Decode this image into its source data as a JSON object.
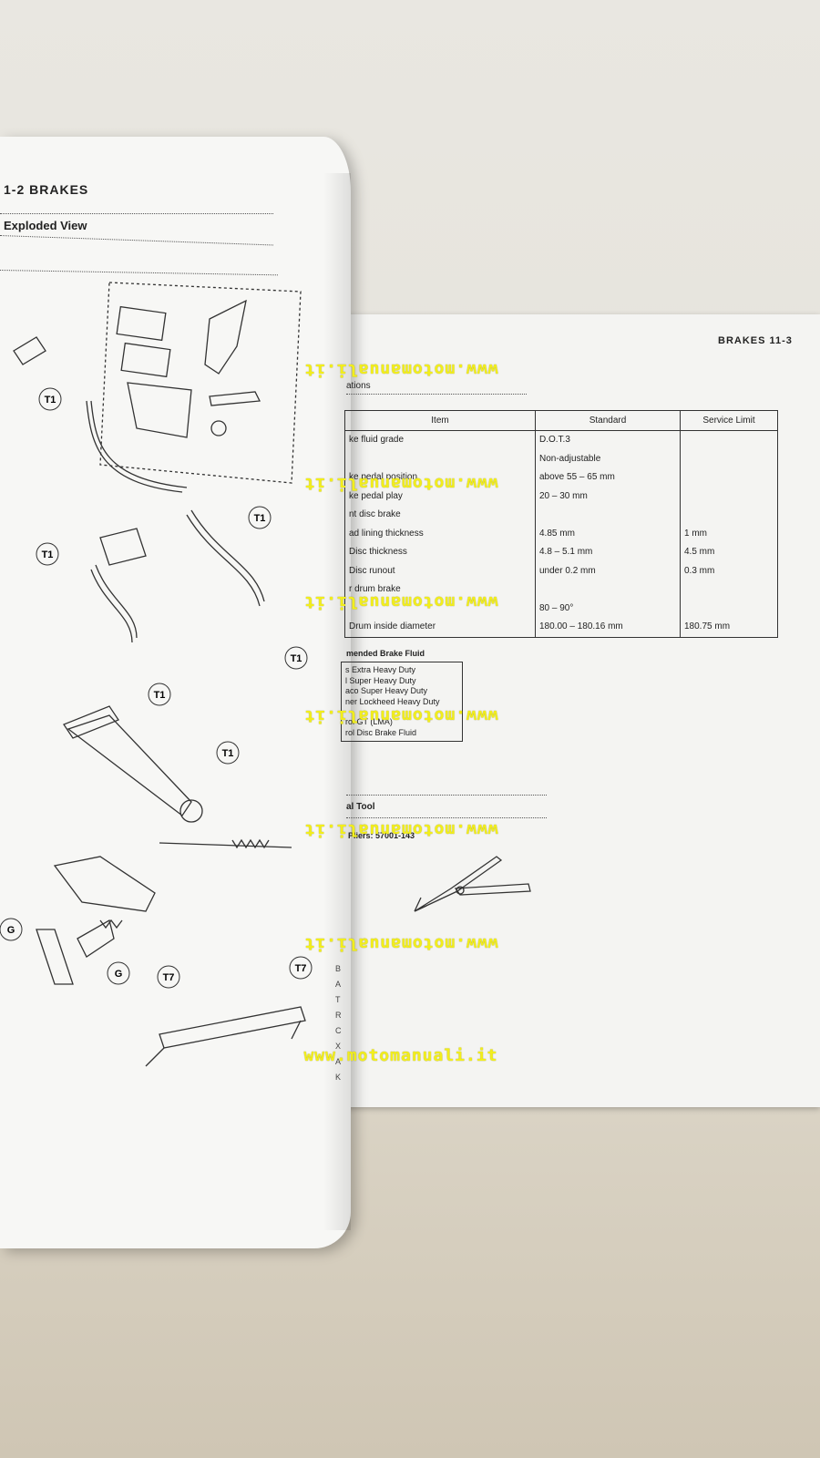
{
  "left_page": {
    "header": "1-2  BRAKES",
    "section_title": "Exploded View",
    "callouts": [
      "T1",
      "T1",
      "T1",
      "T1",
      "T1",
      "T1",
      "T7",
      "T7",
      "G",
      "G"
    ]
  },
  "right_page": {
    "header": "BRAKES  11-3",
    "spec_title": "ations",
    "table": {
      "headers": [
        "Item",
        "Standard",
        "Service Limit"
      ],
      "rows": [
        {
          "item": "ke fluid grade",
          "standard": "D.O.T.3",
          "limit": ""
        },
        {
          "item": "",
          "standard": "Non-adjustable",
          "limit": ""
        },
        {
          "item": "ke pedal position",
          "standard": "above 55 – 65 mm",
          "limit": ""
        },
        {
          "item": "ke pedal play",
          "standard": "20 – 30 mm",
          "limit": ""
        },
        {
          "item": "nt disc brake",
          "standard": "",
          "limit": ""
        },
        {
          "item": "ad lining thickness",
          "standard": "4.85 mm",
          "limit": "1 mm"
        },
        {
          "item": "Disc thickness",
          "standard": "4.8 – 5.1 mm",
          "limit": "4.5 mm"
        },
        {
          "item": "Disc runout",
          "standard": "under 0.2 mm",
          "limit": "0.3 mm"
        },
        {
          "item": "r drum brake",
          "standard": "",
          "limit": ""
        },
        {
          "item": "",
          "standard": "80 – 90°",
          "limit": ""
        },
        {
          "item": "Drum inside diameter",
          "standard": "180.00 – 180.16 mm",
          "limit": "180.75 mm"
        }
      ]
    },
    "fluid_title": "mended Brake Fluid",
    "fluids": [
      "s Extra Heavy Duty",
      "l Super Heavy Duty",
      "aco Super Heavy Duty",
      "ner Lockheed Heavy Duty",
      "",
      "rol GT (LMA)",
      "rol Disc Brake Fluid"
    ],
    "tool_title": "al Tool",
    "tool_name": "Pliers:  57001-143",
    "margin_letters": [
      "B",
      "A",
      "T",
      "R",
      "C",
      "X",
      "A",
      "K"
    ]
  },
  "watermark": "www.motomanuali.it"
}
